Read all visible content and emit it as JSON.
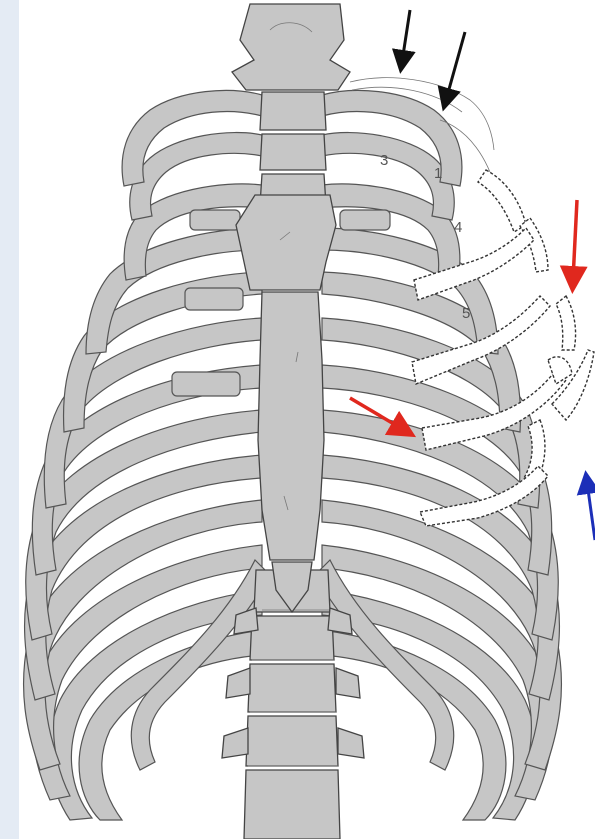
{
  "diagram": {
    "rib_numbers": [
      "1",
      "3",
      "4",
      "5"
    ],
    "arrows": [
      {
        "id": "arrow-black-1",
        "color": "#111111"
      },
      {
        "id": "arrow-black-2",
        "color": "#111111"
      },
      {
        "id": "arrow-red-top",
        "color": "#e0281e"
      },
      {
        "id": "arrow-red-middle",
        "color": "#e0281e"
      },
      {
        "id": "arrow-blue",
        "color": "#1c2fb8"
      }
    ],
    "colors": {
      "bone": "#c6c6c6",
      "outline": "#444444",
      "background": "#ffffff",
      "side_strip": "#e4ebf4"
    }
  }
}
